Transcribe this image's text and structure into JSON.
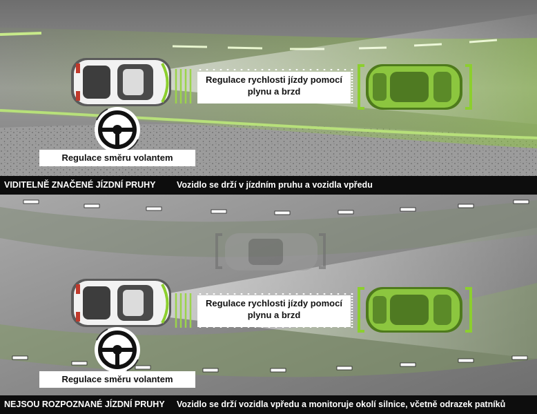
{
  "top_panel": {
    "speed_label": "Regulace rychlosti jízdy pomocí plynu a brzd",
    "steering_label": "Regulace směru volantem",
    "caption_title": "VIDITELNĚ ZNAČENÉ JÍZDNÍ PRUHY",
    "caption_text": "Vozidlo se drží v jízdním pruhu a vozidla vpředu"
  },
  "bottom_panel": {
    "speed_label": "Regulace rychlosti jízdy pomocí plynu a brzd",
    "steering_label": "Regulace směru volantem",
    "caption_title": "NEJSOU ROZPOZNANÉ JÍZDNÍ PRUHY",
    "caption_text": "Vozidlo se drží vozidla vpředu a monitoruje okolí silnice, včetně odrazek patníků"
  },
  "colors": {
    "road": "#8a8a8a",
    "accent_green": "#8ccf2e",
    "lead_car": "#8cc63f",
    "caption_bar": "#0d0d0d"
  }
}
